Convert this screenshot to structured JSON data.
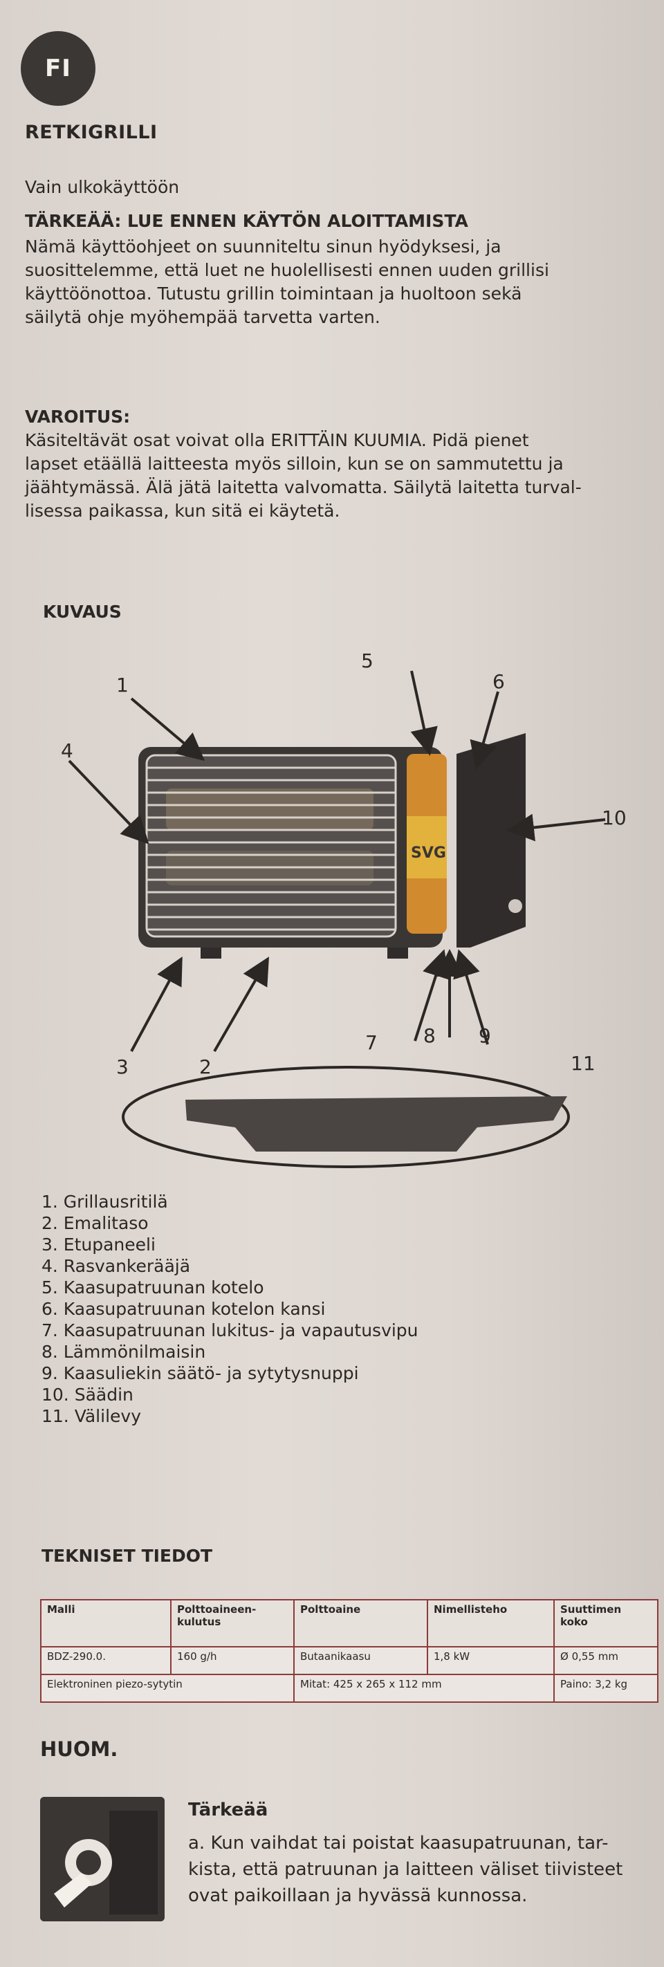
{
  "badge": "FI",
  "title": "RETKIGRILLI",
  "subtitle": "Vain ulkokäyttöön",
  "important": {
    "heading": "TÄRKEÄÄ: LUE ENNEN KÄYTÖN ALOITTAMISTA",
    "lines": [
      "Nämä käyttöohjeet on suunniteltu sinun hyödyksesi, ja",
      "suosittelemme, että luet ne huolellisesti ennen uuden grillisi",
      "käyttöönottoa. Tutustu grillin toimintaan ja huoltoon sekä",
      "säilytä ohje myöhempää tarvetta varten."
    ]
  },
  "warning": {
    "heading": "VAROITUS:",
    "lines": [
      "Käsiteltävät osat voivat olla ERITTÄIN KUUMIA. Pidä pienet",
      "lapset etäällä laitteesta myös silloin, kun se on sammutettu ja",
      "jäähtymässä. Älä jätä laitetta valvomatta. Säilytä laitetta turval-",
      "lisessa paikassa, kun sitä ei käytetä."
    ]
  },
  "description": {
    "heading": "KUVAUS",
    "callouts": [
      "1",
      "2",
      "3",
      "4",
      "5",
      "6",
      "7",
      "8",
      "9",
      "10",
      "11"
    ],
    "cartridge_label": "SVG",
    "parts": [
      "1. Grillausritilä",
      "2. Emalitaso",
      "3. Etupaneeli",
      "4. Rasvankerääjä",
      "5. Kaasupatruunan kotelo",
      "6. Kaasupatruunan kotelon kansi",
      "7. Kaasupatruunan lukitus- ja vapautusvipu",
      "8. Lämmönilmaisin",
      "9. Kaasuliekin säätö- ja sytytysnuppi",
      "10. Säädin",
      "11. Välilevy"
    ]
  },
  "specs": {
    "heading": "TEKNISET TIEDOT",
    "headers": [
      "Malli",
      "Polttoaineen-kulutus",
      "Polttoaine",
      "Nimellisteho",
      "Suuttimen koko"
    ],
    "row1": [
      "BDZ-290.0.",
      "160 g/h",
      "Butaanikaasu",
      "1,8 kW",
      "Ø 0,55 mm"
    ],
    "row2": [
      "Elektroninen piezo-sytytin",
      "Mitat: 425 x 265 x 112 mm",
      "Paino: 3,2 kg"
    ]
  },
  "note": {
    "heading": "HUOM.",
    "title": "Tärkeää",
    "lines": [
      "a. Kun vaihdat tai poistat kaasupatruunan, tar-",
      "kista, että patruunan ja laitteen väliset tiivisteet",
      "ovat paikoillaan ja hyvässä kunnossa."
    ]
  },
  "colors": {
    "badge": "#3b3735",
    "table_border": "#8b3b3b",
    "text": "#2b2725"
  }
}
